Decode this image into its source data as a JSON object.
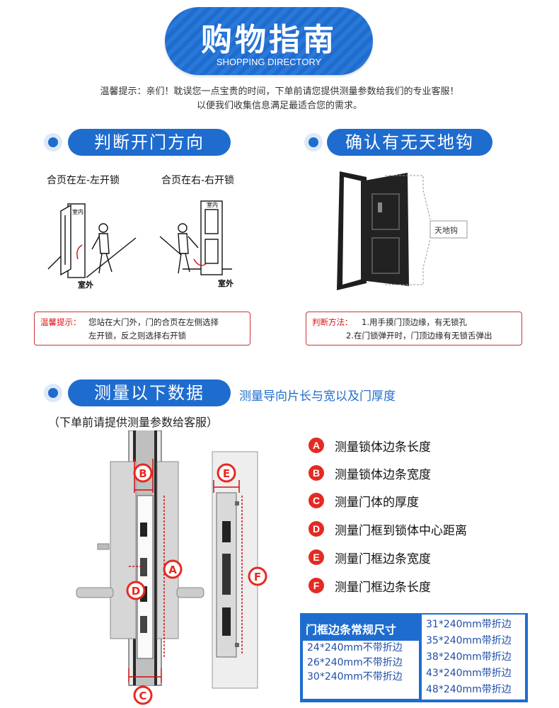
{
  "banner": {
    "title": "购物指南",
    "subtitle": "SHOPPING DIRECTORY"
  },
  "notice": {
    "line1": "温馨提示：亲们！耽误您一点宝贵的时间，下单前请您提供测量参数给我们的专业客服！",
    "line2": "以便我们收集信息满足最适合您的需求。"
  },
  "section1": {
    "title": "判断开门方向",
    "left_caption": "合页在左-左开锁",
    "right_caption": "合页在右-右开锁",
    "indoor_label": "室内",
    "outdoor_label": "室外",
    "tip_label": "温馨提示：",
    "tip_line1": "您站在大门外，门的合页在左侧选择",
    "tip_line2": "左开锁，反之则选择右开锁"
  },
  "section2": {
    "title": "确认有无天地钩",
    "hook_label": "天地钩",
    "tip_label": "判断方法：",
    "tip_line1": "1.用手摸门顶边缘，有无锁孔",
    "tip_line2": "2.在门锁弹开时，门顶边缘有无锁舌弹出"
  },
  "section3": {
    "title": "测量以下数据",
    "subtitle": "测量导向片长与宽以及门厚度",
    "note": "（下单前请提供测量参数给客服）",
    "markers": [
      "A",
      "B",
      "C",
      "D",
      "E",
      "F"
    ],
    "items": [
      {
        "badge": "A",
        "label": "测量锁体边条长度"
      },
      {
        "badge": "B",
        "label": "测量锁体边条宽度"
      },
      {
        "badge": "C",
        "label": "测量门体的厚度"
      },
      {
        "badge": "D",
        "label": "测量门框到锁体中心距离"
      },
      {
        "badge": "E",
        "label": "测量门框边条宽度"
      },
      {
        "badge": "F",
        "label": "测量门框边条长度"
      }
    ]
  },
  "spec": {
    "title": "门框边条常规尺寸",
    "left": [
      "24*240mm不带折边",
      "26*240mm不带折边",
      "30*240mm不带折边"
    ],
    "right": [
      "31*240mm带折边",
      "35*240mm带折边",
      "38*240mm带折边",
      "43*240mm带折边",
      "48*240mm带折边"
    ]
  },
  "colors": {
    "brand_blue": "#1f6ccf",
    "accent_red": "#e52a22"
  }
}
